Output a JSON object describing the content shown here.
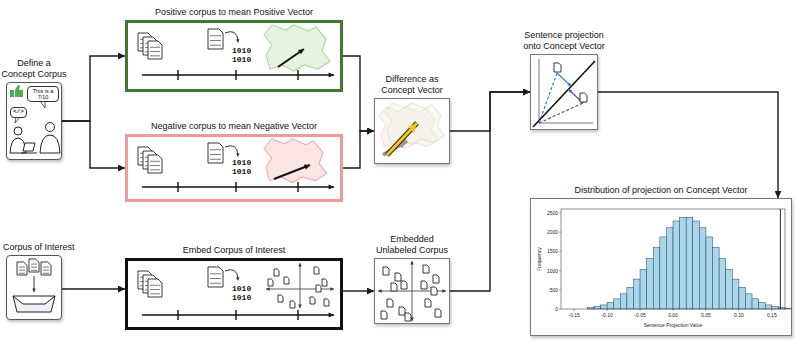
{
  "diagram": {
    "nodes": [
      {
        "text": [
          "Define a Concept Corpus",
          "This is a 7/10",
          "</>"
        ]
      },
      {
        "text": [
          "Positive corpus to mean Positive Vector",
          "1010 1010"
        ]
      },
      {
        "text": [
          "Negative corpus to mean Negative Vector",
          "1010 1010"
        ]
      },
      {
        "text": [
          "Difference as Concept Vector"
        ]
      },
      {
        "text": [
          "Sentence projection onto Concept Vector"
        ]
      },
      {
        "text": [
          "Distribution of projection on Concept Vector"
        ]
      },
      {
        "text": [
          "Corpus of Interest"
        ]
      },
      {
        "text": [
          "Embed Corpus of Interest",
          "1010 1010"
        ]
      },
      {
        "text": [
          "Embedded Unlabeled Corpus"
        ]
      }
    ],
    "edges": [
      {
        "from": 0,
        "to": 1,
        "arrow": "to"
      },
      {
        "from": 0,
        "to": 2,
        "arrow": "to"
      },
      {
        "from": 1,
        "to": 3,
        "arrow": "to"
      },
      {
        "from": 2,
        "to": 3,
        "arrow": "to"
      },
      {
        "from": 3,
        "to": 4,
        "arrow": "to"
      },
      {
        "from": 8,
        "to": 4,
        "arrow": "to"
      },
      {
        "from": 4,
        "to": 5,
        "arrow": "to"
      },
      {
        "from": 6,
        "to": 7,
        "arrow": "to"
      },
      {
        "from": 7,
        "to": 8,
        "arrow": "to"
      }
    ],
    "labels": [
      "2500",
      "2000",
      "1500",
      "1000",
      "500",
      "0",
      "Frequency",
      "-0.15",
      "-0.10",
      "-0.05",
      "0.00",
      "0.05",
      "0.10",
      "0.15",
      "Sentence Projection Value"
    ]
  }
}
